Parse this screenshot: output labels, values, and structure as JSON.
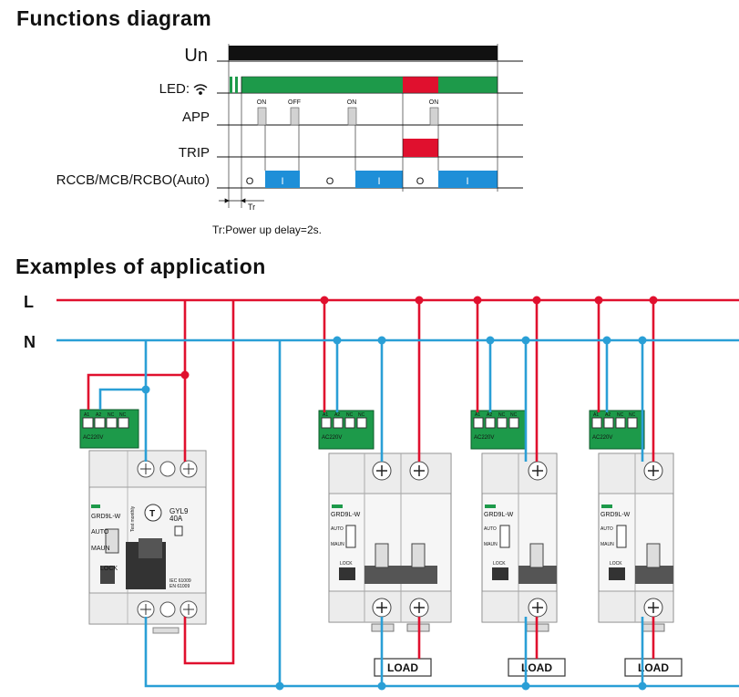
{
  "titles": {
    "functions": "Functions diagram",
    "examples": "Examples of application"
  },
  "signals": {
    "un": "Un",
    "led": "LED:",
    "app": "APP",
    "trip": "TRIP",
    "auto": "RCCB/MCB/RCBO(Auto)"
  },
  "app_marks": [
    "ON",
    "OFF",
    "ON",
    "ON"
  ],
  "states": [
    "O",
    "I",
    "O",
    "I",
    "O",
    "I"
  ],
  "tr_label": "Tr",
  "note": "Tr:Power up delay=2s.",
  "rails": {
    "line": "L",
    "neutral": "N"
  },
  "colors": {
    "line": "#e0102e",
    "neutral": "#2a9fd6",
    "green": "#1d9a4a",
    "red": "#e0102e",
    "blue": "#1e8fd8",
    "black": "#111111"
  },
  "main_unit": {
    "terminal_labels": [
      "A1",
      "A2",
      "NC",
      "NC"
    ],
    "supply": "AC220V",
    "model": "GYL9",
    "rating": "40A",
    "sublabel": "GRD9L-W",
    "auto": "AUTO",
    "maun": "MAUN",
    "lock": "LOCK",
    "side_text": "Test monthly",
    "logo_letter": "T",
    "small_lines": [
      "IEC 61009",
      "EN 61009"
    ]
  },
  "modules": [
    {
      "label": "GRD9L-W",
      "terminal_labels": [
        "A1",
        "A2",
        "NC",
        "NC"
      ],
      "supply": "AC220V",
      "auto": "AUTO",
      "maun": "MAUN",
      "lock": "LOCK",
      "load": "LOAD"
    },
    {
      "label": "GRD9L-W",
      "terminal_labels": [
        "A1",
        "A2",
        "NC",
        "NC"
      ],
      "supply": "AC220V",
      "auto": "AUTO",
      "maun": "MAUN",
      "lock": "LOCK",
      "load": "LOAD"
    },
    {
      "label": "GRD9L-W",
      "terminal_labels": [
        "A1",
        "A2",
        "NC",
        "NC"
      ],
      "supply": "AC220V",
      "auto": "AUTO",
      "maun": "MAUN",
      "lock": "LOCK",
      "load": "LOAD"
    }
  ]
}
